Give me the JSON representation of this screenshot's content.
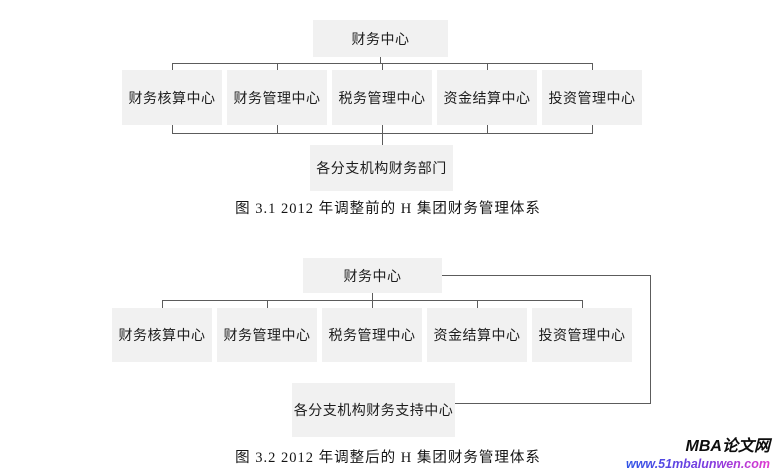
{
  "diagram1": {
    "root": "财务中心",
    "children": [
      "财务核算中心",
      "财务管理中心",
      "税务管理中心",
      "资金结算中心",
      "投资管理中心"
    ],
    "bottom": "各分支机构财务部门",
    "caption": "图 3.1 2012 年调整前的 H 集团财务管理体系"
  },
  "diagram2": {
    "root": "财务中心",
    "children": [
      "财务核算中心",
      "财务管理中心",
      "税务管理中心",
      "资金结算中心",
      "投资管理中心"
    ],
    "bottom": "各分支机构财务支持中心",
    "caption": "图 3.2 2012 年调整后的 H 集团财务管理体系"
  },
  "watermark": {
    "brand": "MBA论文网",
    "url": "www.51mbalunwen.com"
  },
  "colors": {
    "box_fill": "#f1f1f1",
    "line": "#5c5c5c",
    "caption_text": "#141414",
    "brand_text": "#0d0d0d",
    "url_gradient_start": "#2f55e6",
    "url_gradient_end": "#e03ad0"
  }
}
